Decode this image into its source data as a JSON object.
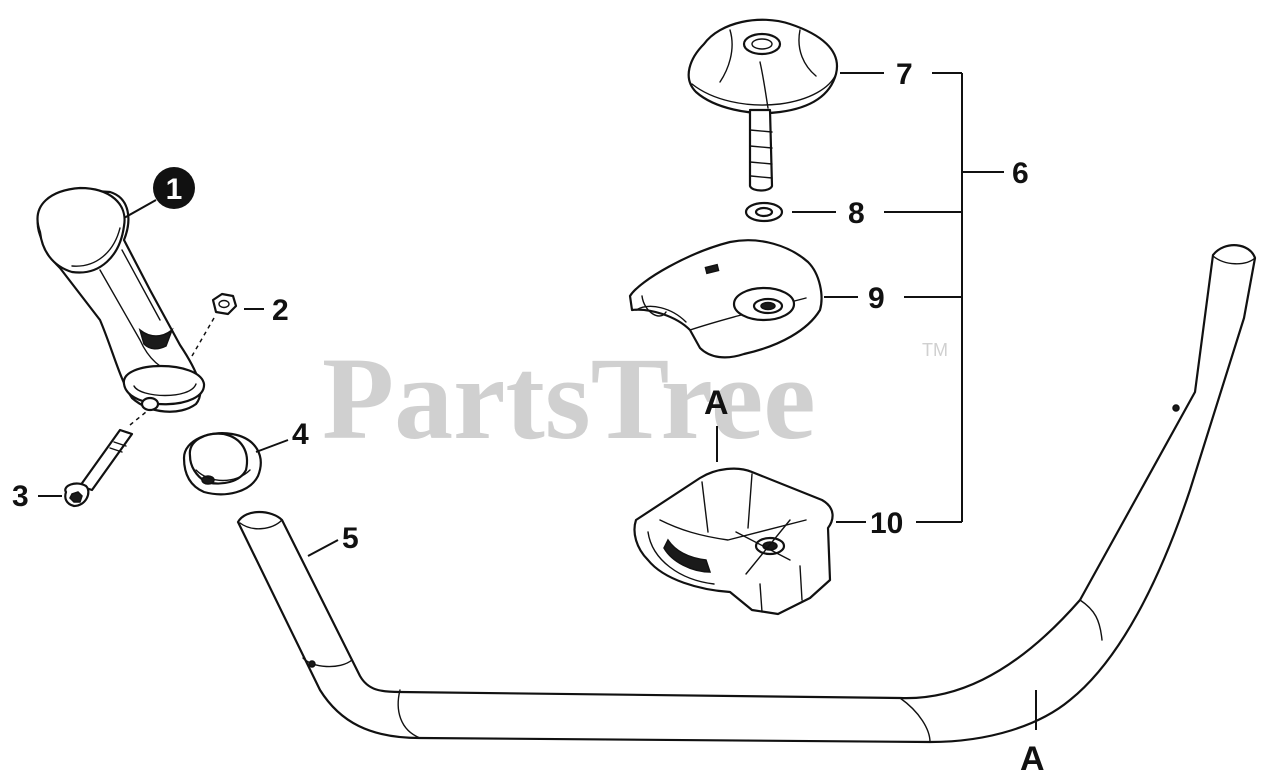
{
  "watermark": {
    "text": "PartsTree",
    "trademark": "TM"
  },
  "callouts": {
    "c1": "1",
    "c2": "2",
    "c3": "3",
    "c4": "4",
    "c5": "5",
    "c6": "6",
    "c7": "7",
    "c8": "8",
    "c9": "9",
    "c10": "10"
  },
  "section_marks": {
    "top": "A",
    "bottom": "A"
  },
  "colors": {
    "line": "#111111",
    "watermark": "#d0d0d0",
    "background": "#ffffff"
  }
}
